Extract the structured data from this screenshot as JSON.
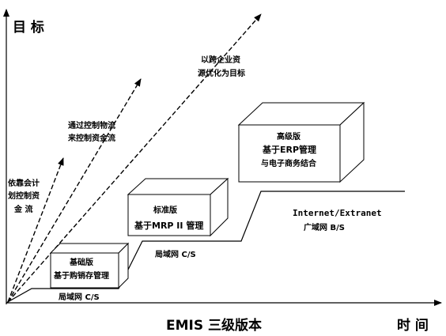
{
  "axes": {
    "y_label": "目 标",
    "x_label": "EMIS 三级版本",
    "x_end_label": "时 间"
  },
  "goal_arrows": [
    {
      "lines": [
        "依靠会计",
        "划控制资",
        "金 流"
      ]
    },
    {
      "lines": [
        "通过控制物流",
        "来控制资金流"
      ]
    },
    {
      "lines": [
        "以跨企业资",
        "源优化为目标"
      ]
    }
  ],
  "boxes": [
    {
      "lines": [
        "基础版",
        "基于购销存管理"
      ]
    },
    {
      "lines": [
        "标准版",
        "基于MRP II 管理"
      ]
    },
    {
      "lines": [
        "高级版",
        "基于ERP管理",
        "与电子商务结合"
      ]
    }
  ],
  "network_labels": {
    "lan1": "局域网 C/S",
    "lan2": "局域网 C/S",
    "internet": "Internet/Extranet",
    "wan": "广域网 B/S"
  }
}
